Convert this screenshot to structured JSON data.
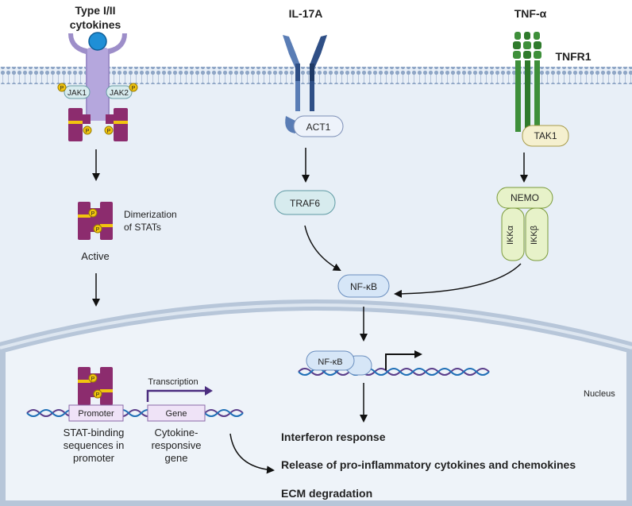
{
  "pathways": {
    "type12": {
      "title_line1": "Type I/II",
      "title_line2": "cytokines",
      "jak1": "JAK1",
      "jak2": "JAK2",
      "phospho": "P",
      "dimer_line1": "Dimerization",
      "dimer_line2": "of STATs",
      "active": "Active"
    },
    "il17a": {
      "title": "IL-17A",
      "act1": "ACT1",
      "traf6": "TRAF6"
    },
    "tnf": {
      "title": "TNF-α",
      "receptor": "TNFR1",
      "tak1": "TAK1",
      "nemo": "NEMO",
      "ikka": "IKKα",
      "ikkb": "IKKβ"
    }
  },
  "nfkb": "NF-κB",
  "nucleus": {
    "label": "Nucleus",
    "nfkb": "NF-κB",
    "transcription": "Transcription",
    "promoter": "Promoter",
    "gene": "Gene",
    "stat_caption": [
      "STAT-binding",
      "sequences in",
      "promoter"
    ],
    "gene_caption": [
      "Cytokine-",
      "responsive",
      "gene"
    ]
  },
  "outcomes": [
    "Interferon response",
    "Release of pro-inflammatory cytokines and chemokines",
    "ECM degradation"
  ],
  "colors": {
    "membrane": "#8fa6c6",
    "cytoplasm": "#e8eff7",
    "receptor_purple": "#9d8ec9",
    "stat_magenta": "#8c2c6e",
    "il17_blue": "#2f4f86",
    "tnf_green": "#3e8f3a",
    "pill_teal": "#d7ebee",
    "nemo_green": "#e7f2c9",
    "phospho_yellow": "#f1c40f",
    "dna_purple": "#5a3d8a"
  }
}
